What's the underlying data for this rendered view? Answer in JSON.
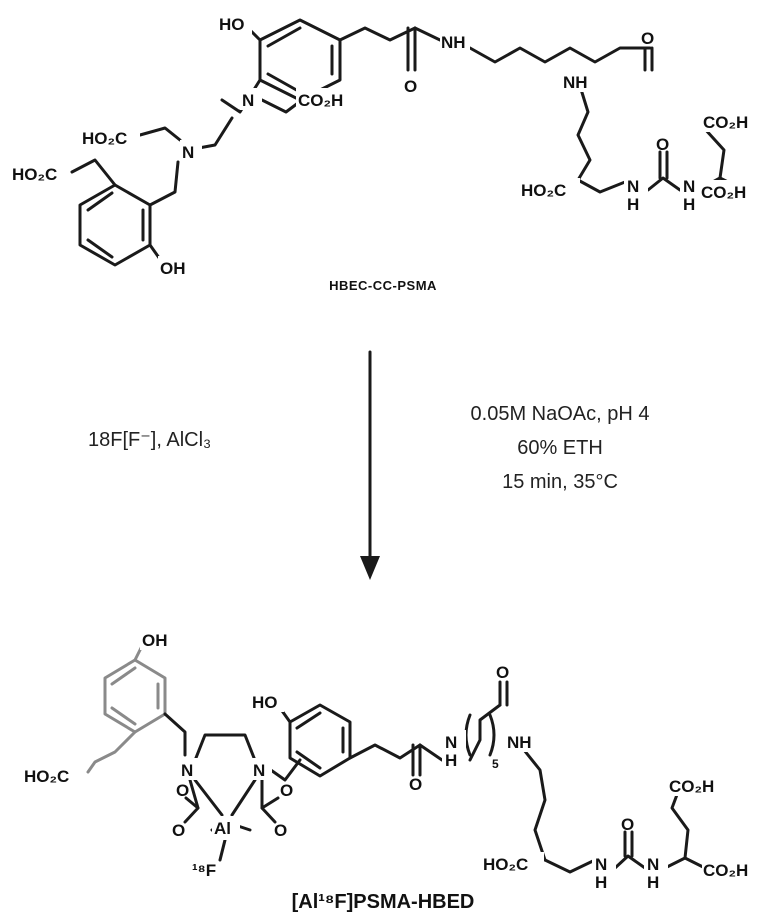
{
  "reactant": {
    "name": "HBEC-CC-PSMA",
    "labels": {
      "oh_top": "HO",
      "oh_bottom": "OH",
      "n_center": "N",
      "n_left": "N",
      "co2h_a": "CO₂H",
      "co2h_b": "HO₂C",
      "co2h_c": "HO₂C",
      "o1": "O",
      "nh1": "NH",
      "o2": "O",
      "nh2": "NH",
      "co2h_d": "CO₂H",
      "o3": "O",
      "co2h_e": "HO₂C",
      "nh3": "N",
      "h3": "H",
      "nh4": "N",
      "h4": "H",
      "co2h_f": "CO₂H"
    }
  },
  "arrow": {
    "left_condition": "18F[F⁻], AlCl₃",
    "right_conditions": [
      "0.05M NaOAc, pH 4",
      "60% ETH",
      "15 min, 35°C"
    ]
  },
  "product": {
    "name": "[Al¹⁸F]PSMA-HBED",
    "labels": {
      "oh_left": "OH",
      "oh_mid": "HO",
      "n_left": "N",
      "n_right": "N",
      "al": "Al",
      "f18": "¹⁸F",
      "o_a": "O",
      "o_b": "O",
      "o_c": "O",
      "o_d": "O",
      "co2h_left": "HO₂C",
      "nh1": "N",
      "h1": "H",
      "o_amide": "O",
      "o_amide2": "O",
      "sub5": "5",
      "nh2": "NH",
      "co2h_r1": "CO₂H",
      "o_urea": "O",
      "co2h_r2": "HO₂C",
      "nh3": "N",
      "h3": "H",
      "nh4": "N",
      "h4": "H",
      "co2h_r3": "CO₂H"
    }
  }
}
